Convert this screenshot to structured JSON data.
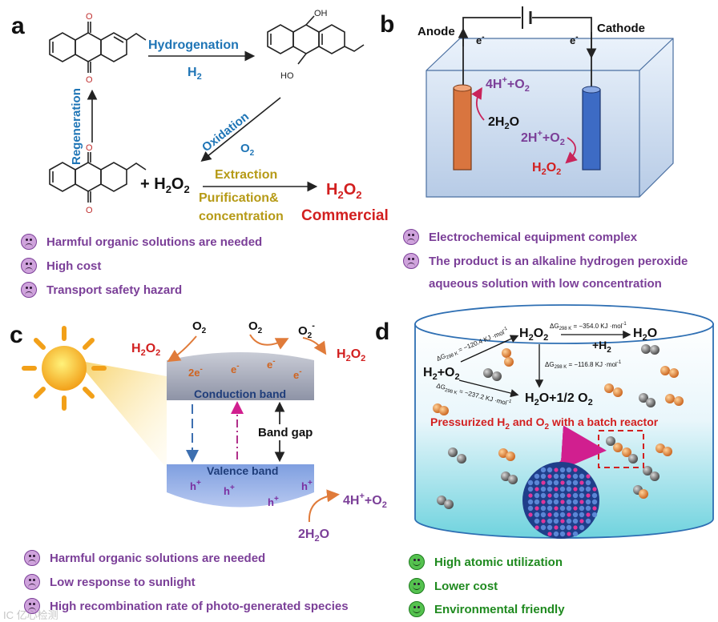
{
  "panels": {
    "a": {
      "letter": "a",
      "hydrogenation": "Hydrogenation",
      "h2_label": "H",
      "h2_sub": "2",
      "regeneration": "Regeneration",
      "oxidation": "Oxidation",
      "o2_label": "O",
      "o2_sub": "2",
      "oh_label": "OH",
      "ho_label": "HO",
      "plus_h2o2": "+ H",
      "h2o2_sub": "2",
      "h2o2_o": "O",
      "extraction": "Extraction",
      "purification": "Purification&",
      "concentration": "concentration",
      "product_h": "H",
      "product_sub1": "2",
      "product_o": "O",
      "product_sub2": "2",
      "commercial": "Commercial",
      "bullets": [
        "Harmful organic solutions are needed",
        "High cost",
        "Transport safety hazard"
      ]
    },
    "b": {
      "letter": "b",
      "anode": "Anode",
      "cathode": "Cathode",
      "electron": "e",
      "electron_sup": "-",
      "anode_product": "4H",
      "anode_product_rest": "+O",
      "anode_reactant": "2H",
      "anode_reactant_rest": "O",
      "cathode_reactant": "2H",
      "cathode_reactant_rest": "+O",
      "cathode_product": "H",
      "cathode_product_rest": "O",
      "sub2": "2",
      "sup_plus": "+",
      "bullets": [
        "Electrochemical equipment complex",
        "The product is an alkaline hydrogen peroxide",
        "aqueous solution with low concentration"
      ]
    },
    "c": {
      "letter": "c",
      "o2_a": "O",
      "o2_b": "O",
      "o2_c": "O",
      "sub2": "2",
      "sup_minus": "-",
      "h2o2_left": "H",
      "h2o2_right": "H",
      "h2o2_mid": "O",
      "two_e": "2e",
      "e": "e",
      "conduction_band": "Conduction band",
      "valence_band": "Valence band",
      "band_gap": "Band gap",
      "hole": "h",
      "hole_sup": "+",
      "ox_product": "4H",
      "ox_product_rest": "+O",
      "ox_reactant": "2H",
      "ox_reactant_rest": "O",
      "bullets": [
        "Harmful organic solutions are needed",
        "Low response to sunlight",
        "High recombination rate of photo-generated species"
      ]
    },
    "d": {
      "letter": "d",
      "dg1": "ΔG",
      "dg1_val": "= −120.4 KJ ·mol",
      "dg2_val": "= −354.0 KJ ·mol",
      "dg3_val": "= −116.8 KJ ·mol",
      "dg4_val": "= −237.2 KJ ·mol",
      "dg_sub": "298 K",
      "dg_sup": "θ",
      "inv_mol": "-1",
      "h2o2": "H",
      "h2o2_rest": "O",
      "sub2": "2",
      "h2o": "H",
      "h2o_rest": "O",
      "plus_h2": "+H",
      "h2_plus_o2": "H",
      "h2_plus_o2_rest": "+O",
      "h2o_half": "H",
      "h2o_half_rest": "O+1/2 O",
      "pressurized_a": "Pressurized H",
      "pressurized_b": " and O",
      "pressurized_c": " with a  batch reactor",
      "bullets": [
        "High atomic utilization",
        "Lower cost",
        "Environmental friendly"
      ]
    }
  },
  "watermark": "IC 亿心检测",
  "colors": {
    "blue_text": "#1f75b6",
    "purple": "#7b3f98",
    "red": "#d21f1f",
    "olive": "#b69a16",
    "orange_arrow": "#e07b3a",
    "green": "#1f8a1f",
    "magenta": "#d11f8f"
  }
}
